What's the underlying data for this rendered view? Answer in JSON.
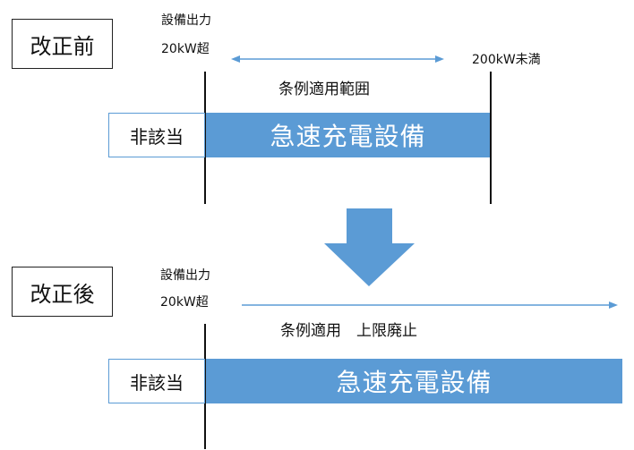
{
  "colors": {
    "bar": "#5b9bd5",
    "arrow": "#5b9bd5",
    "line": "#111111"
  },
  "before": {
    "title": "改正前",
    "lower_label_line1": "設備出力",
    "lower_label_line2": "20kW超",
    "upper_label": "200kW未満",
    "range_label": "条例適用範囲",
    "not_applicable": "非該当",
    "bar_label": "急速充電設備"
  },
  "after": {
    "title": "改正後",
    "lower_label_line1": "設備出力",
    "lower_label_line2": "20kW超",
    "range_label": "条例適用　上限廃止",
    "not_applicable": "非該当",
    "bar_label": "急速充電設備"
  },
  "icons": {
    "transition": "down-arrow-icon"
  }
}
